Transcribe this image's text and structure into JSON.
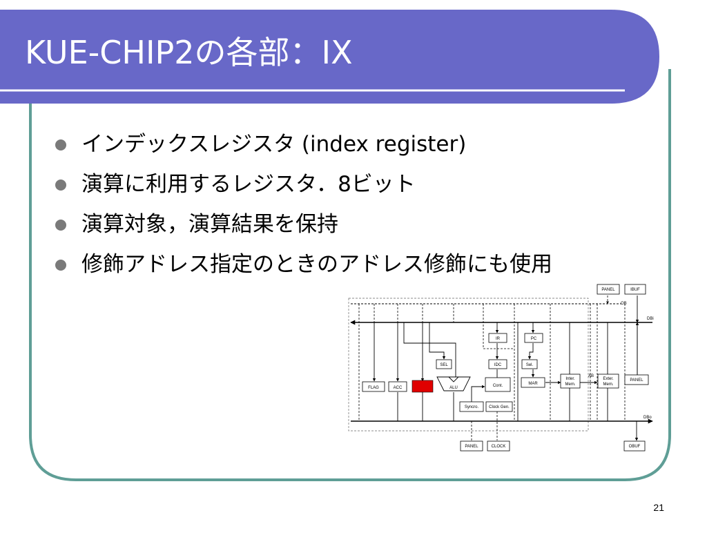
{
  "slide": {
    "title": "KUE-CHIP2の各部：IX",
    "bullets": [
      "インデックスレジスタ (index register)",
      "演算に利用するレジスタ．8ビット",
      "演算対象，演算結果を保持",
      "修飾アドレス指定のときのアドレス修飾にも使用"
    ],
    "page_number": "21"
  },
  "colors": {
    "title_bar": "#6868c8",
    "border": "#5f9e96",
    "underline": "#ffffff",
    "highlight": "#e00000"
  },
  "diagram": {
    "blocks": {
      "panel_top": "PANEL",
      "ibuf": "IBUF",
      "ir": "IR",
      "pc": "PC",
      "sel_left": "SEL",
      "idc": "IDC",
      "sel_right": "Sel.",
      "flag": "FLAG",
      "acc": "ACC",
      "ix": "",
      "alu": "ALU",
      "cont": "Cont.",
      "mar": "MAR",
      "inter_mem_1": "Inter.",
      "inter_mem_2": "Mem.",
      "exter_mem_1": "Exter.",
      "exter_mem_2": "Mem.",
      "panel_right": "PANEL",
      "syncro": "Syncro.",
      "clock_gen": "Clock Gen.",
      "panel_bottom": "PANEL",
      "clock": "CLOCK",
      "obuf": "OBUF"
    },
    "signals": {
      "ob": "OB",
      "dbi": "DBi",
      "ab": "AB",
      "dbo": "DBo"
    }
  }
}
